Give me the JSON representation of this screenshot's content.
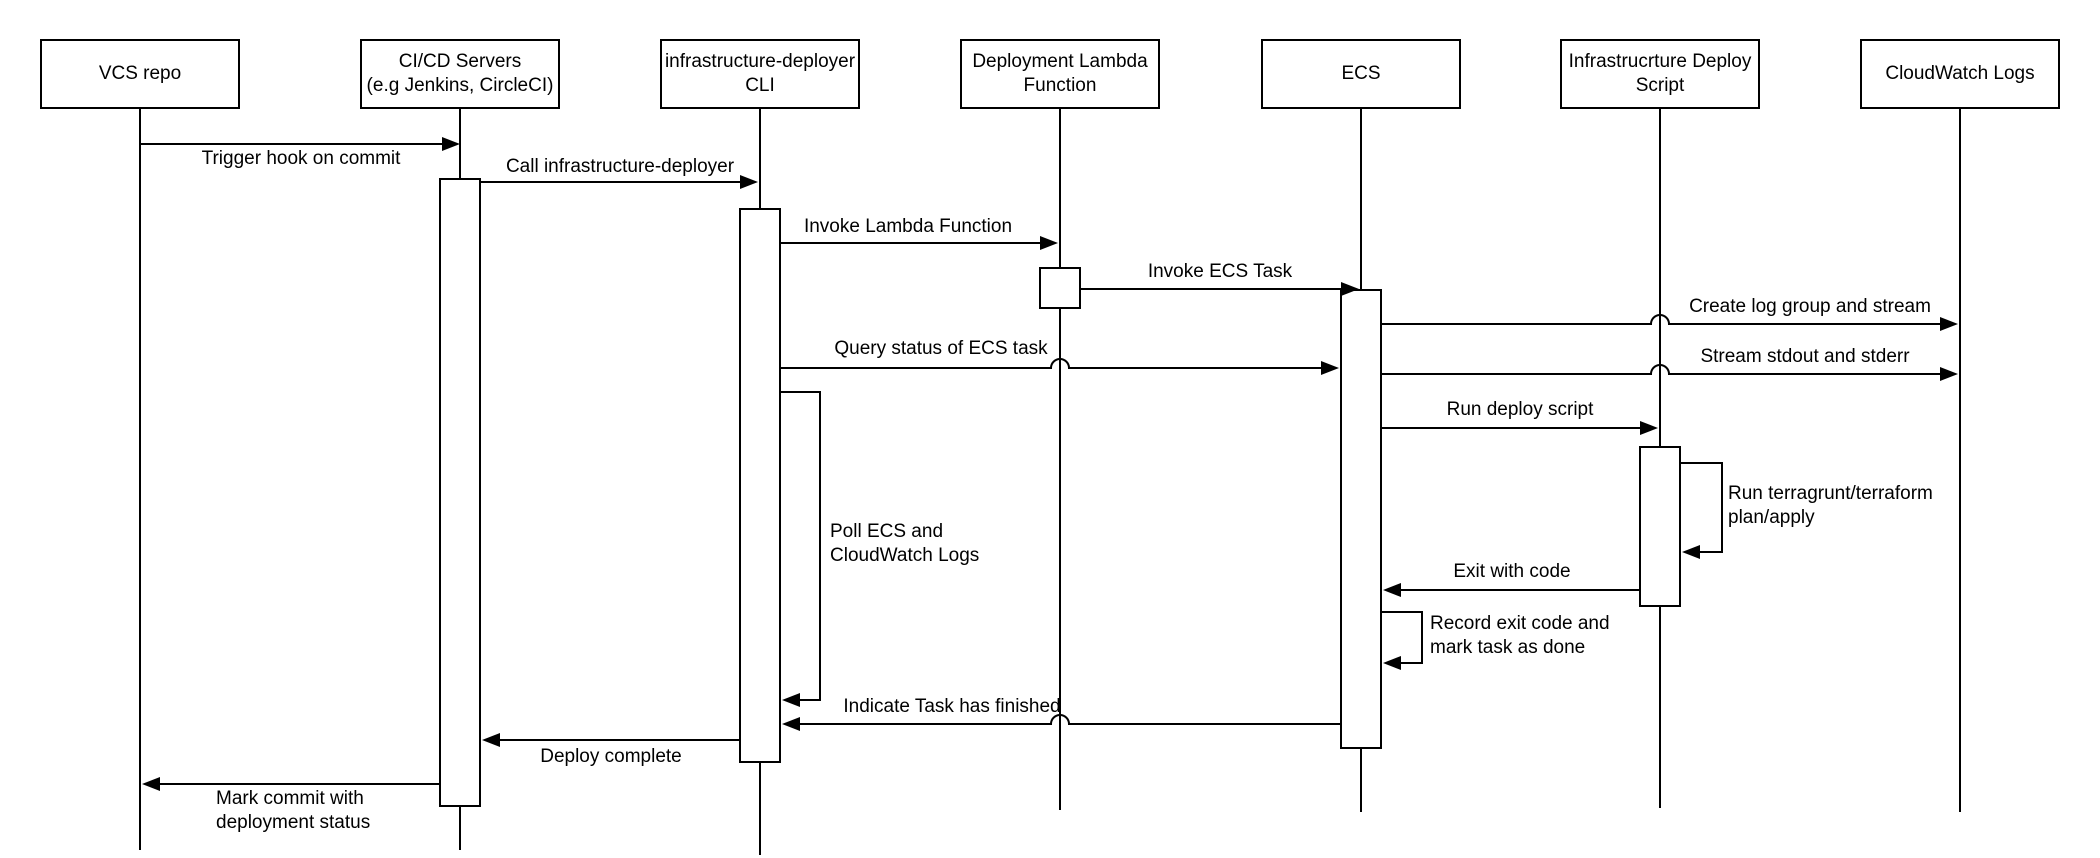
{
  "diagram": {
    "title": "CI/CD infrastructure deployment sequence diagram",
    "colors": {
      "stroke": "#000000",
      "background": "#ffffff"
    },
    "actors": [
      {
        "id": "vcs-repo",
        "label": "VCS repo"
      },
      {
        "id": "cicd-servers",
        "label": "CI/CD Servers\n(e.g Jenkins, CircleCI)"
      },
      {
        "id": "infrastructure-deployer-cli",
        "label": "infrastructure-deployer\nCLI"
      },
      {
        "id": "deployment-lambda-function",
        "label": "Deployment Lambda\nFunction"
      },
      {
        "id": "ecs",
        "label": "ECS"
      },
      {
        "id": "infrastructure-deploy-script",
        "label": "Infrastrucrture Deploy\nScript"
      },
      {
        "id": "cloudwatch-logs",
        "label": "CloudWatch Logs"
      }
    ],
    "messages": [
      {
        "id": "trigger-hook",
        "label": "Trigger hook on commit",
        "from": "VCS repo",
        "to": "CI/CD Servers"
      },
      {
        "id": "call-deployer",
        "label": "Call infrastructure-deployer",
        "from": "CI/CD Servers",
        "to": "infrastructure-deployer CLI"
      },
      {
        "id": "invoke-lambda",
        "label": "Invoke Lambda Function",
        "from": "infrastructure-deployer CLI",
        "to": "Deployment Lambda Function"
      },
      {
        "id": "invoke-ecs-task",
        "label": "Invoke ECS Task",
        "from": "Deployment Lambda Function",
        "to": "ECS"
      },
      {
        "id": "create-log-group",
        "label": "Create log group and stream",
        "from": "ECS",
        "to": "CloudWatch Logs"
      },
      {
        "id": "query-status",
        "label": "Query status of ECS task",
        "from": "infrastructure-deployer CLI",
        "to": "ECS"
      },
      {
        "id": "stream-stdout",
        "label": "Stream stdout and stderr",
        "from": "ECS",
        "to": "CloudWatch Logs"
      },
      {
        "id": "poll-ecs",
        "label": "Poll ECS and\nCloudWatch Logs",
        "from": "infrastructure-deployer CLI",
        "to": "infrastructure-deployer CLI"
      },
      {
        "id": "run-deploy-script",
        "label": "Run deploy script",
        "from": "ECS",
        "to": "Infrastructure Deploy Script"
      },
      {
        "id": "run-terragrunt",
        "label": "Run terragrunt/terraform\nplan/apply",
        "from": "Infrastructure Deploy Script",
        "to": "Infrastructure Deploy Script"
      },
      {
        "id": "exit-with-code",
        "label": "Exit with code",
        "from": "Infrastructure Deploy Script",
        "to": "ECS"
      },
      {
        "id": "record-exit-code",
        "label": "Record exit code and\nmark task as done",
        "from": "ECS",
        "to": "ECS"
      },
      {
        "id": "indicate-finished",
        "label": "Indicate Task has finished",
        "from": "ECS",
        "to": "infrastructure-deployer CLI"
      },
      {
        "id": "deploy-complete",
        "label": "Deploy complete",
        "from": "infrastructure-deployer CLI",
        "to": "CI/CD Servers"
      },
      {
        "id": "mark-commit",
        "label": "Mark commit with\ndeployment status",
        "from": "CI/CD Servers",
        "to": "VCS repo"
      }
    ]
  }
}
